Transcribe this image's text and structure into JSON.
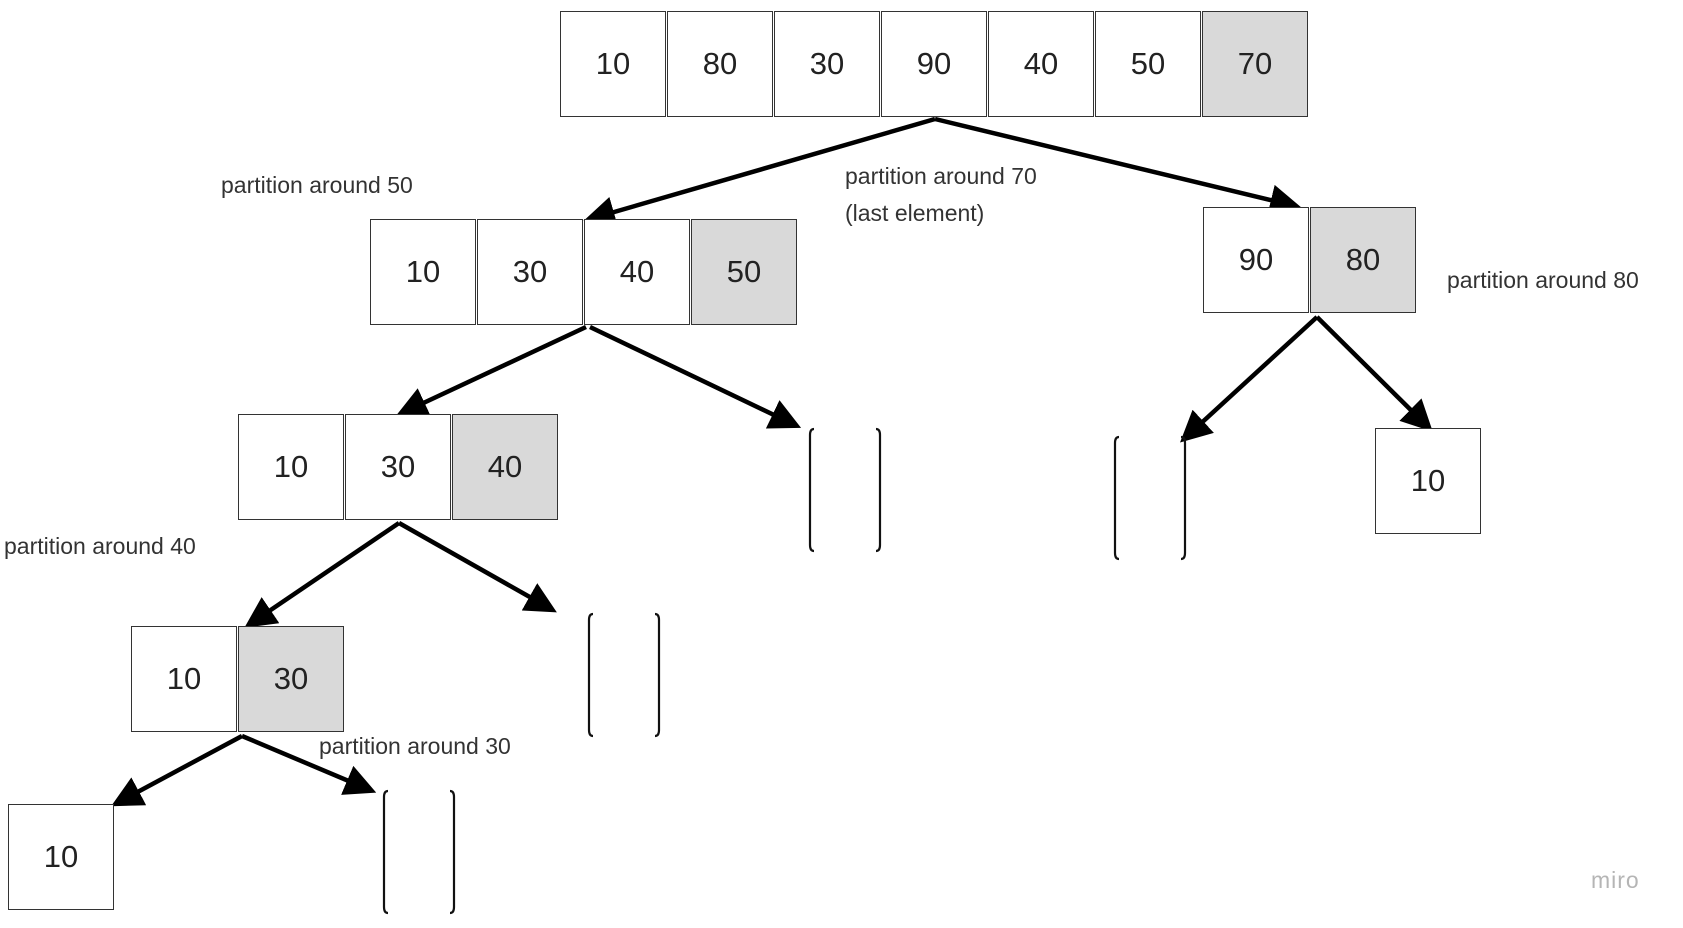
{
  "diagram": {
    "nodes": [
      {
        "id": "root",
        "values": [
          10,
          80,
          30,
          90,
          40,
          50,
          70
        ],
        "pivot": 70
      },
      {
        "id": "left1",
        "values": [
          10,
          30,
          40,
          50
        ],
        "pivot": 50
      },
      {
        "id": "right1",
        "values": [
          90,
          80
        ],
        "pivot": 80
      },
      {
        "id": "left2",
        "values": [
          10,
          30,
          40
        ],
        "pivot": 40
      },
      {
        "id": "left3",
        "values": [
          10,
          30
        ],
        "pivot": 30
      },
      {
        "id": "leaf-left",
        "values": [
          10
        ],
        "pivot": null
      },
      {
        "id": "leaf-right",
        "values": [
          10
        ],
        "pivot": null
      }
    ],
    "labels": {
      "partition_70_line1": "partition around 70",
      "partition_70_line2": "(last element)",
      "partition_50": "partition around 50",
      "partition_80": "partition around 80",
      "partition_40": "partition around 40",
      "partition_30": "partition around 30"
    },
    "watermark": "miro",
    "colors": {
      "pivot_fill": "#d9d9d9",
      "border": "#333333",
      "arrow": "#000000"
    }
  }
}
